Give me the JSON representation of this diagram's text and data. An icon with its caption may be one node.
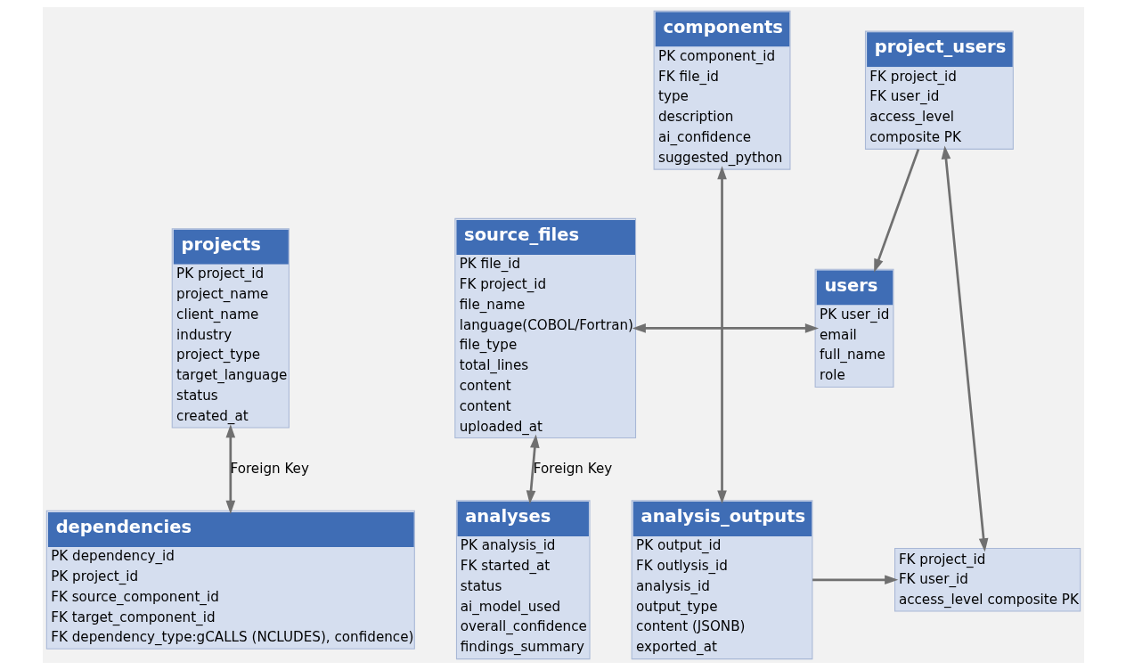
{
  "diagram": {
    "nodes": [
      {
        "text": [
          "projects",
          "PK project_id",
          "project_name",
          "client_name",
          "industry",
          "project_type",
          "target_language",
          "status",
          "created_at"
        ]
      },
      {
        "text": [
          "source_files",
          "PK file_id",
          "FK project_id",
          "file_name",
          "language(COBOL/Fortran)",
          "file_type",
          "total_lines",
          "content",
          "content",
          "uploaded_at"
        ]
      },
      {
        "text": [
          "users",
          "PK user_id",
          "email",
          "full_name",
          "role"
        ]
      },
      {
        "text": [
          "components",
          "PK component_id",
          "FK file_id",
          "type",
          "description",
          "ai_confidence",
          "suggested_python"
        ]
      },
      {
        "text": [
          "project_users",
          "FK project_id",
          "FK user_id",
          "access_level",
          "composite PK"
        ]
      },
      {
        "text": [
          "dependencies",
          "PK dependency_id",
          "PK project_id",
          "FK source_component_id",
          "FK target_component_id",
          "FK dependency_type:gCALLS (NCLUDES), confidence)"
        ]
      },
      {
        "text": [
          "analyses",
          "PK analysis_id",
          "FK started_at",
          "status",
          "ai_model_used",
          "overall_confidence",
          "findings_summary"
        ]
      },
      {
        "text": [
          "analysis_outputs",
          "PK output_id",
          "FK outlysis_id",
          "analysis_id",
          "output_type",
          "content (JSONB)",
          "exported_at"
        ]
      },
      {
        "text": [
          "FK project_id",
          "FK user_id",
          "access_level composite PK"
        ]
      }
    ],
    "edges": [
      {
        "from": 0,
        "to": 5,
        "arrow": "both",
        "label": "Foreign Key"
      },
      {
        "from": 1,
        "to": 6,
        "arrow": "both",
        "label": "Foreign Key"
      },
      {
        "from": 1,
        "to": 2,
        "arrow": "both"
      },
      {
        "from": 3,
        "to": 7,
        "arrow": "both"
      },
      {
        "from": 4,
        "to": 2,
        "arrow": "to"
      },
      {
        "from": 4,
        "to": 8,
        "arrow": "both"
      },
      {
        "from": 7,
        "to": 8,
        "arrow": "to"
      }
    ]
  }
}
